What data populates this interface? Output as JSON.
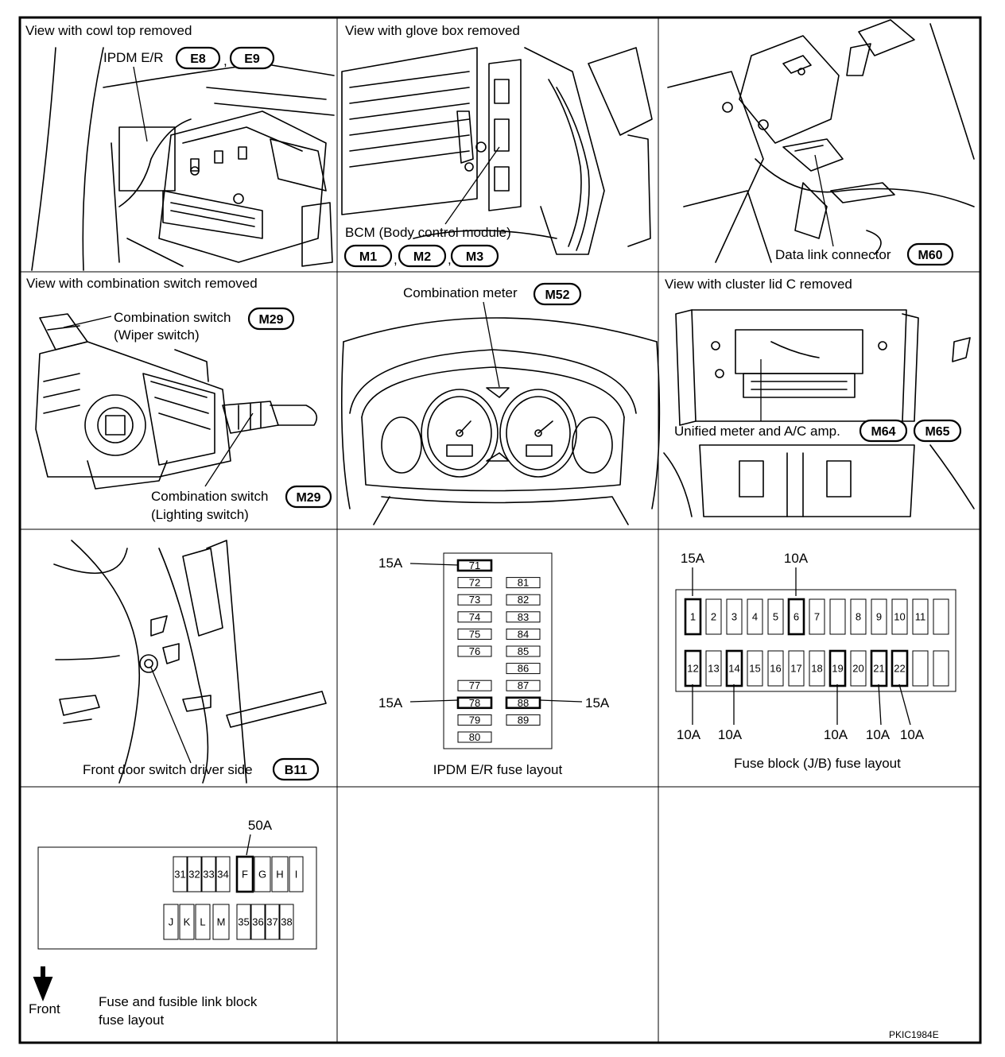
{
  "cells": {
    "cowl": {
      "title": "View with cowl top removed",
      "part": "IPDM E/R",
      "connectors": [
        "E8",
        "E9"
      ],
      "separator": ","
    },
    "glovebox": {
      "title": "View with glove box removed",
      "part": "BCM (Body control module)",
      "connectors": [
        "M1",
        "M2",
        "M3"
      ],
      "separator": ","
    },
    "datalink": {
      "part": "Data link connector",
      "connector": "M60"
    },
    "combo_switch": {
      "title": "View with combination switch removed",
      "wiper_label": "Combination switch",
      "wiper_sub": "(Wiper switch)",
      "wiper_connector": "M29",
      "lighting_label": "Combination switch",
      "lighting_sub": "(Lighting switch)",
      "lighting_connector": "M29"
    },
    "meter": {
      "part": "Combination meter",
      "connector": "M52"
    },
    "cluster": {
      "title": "View with cluster lid C removed",
      "part": "Unified meter and A/C amp.",
      "connectors": [
        "M64",
        "M65"
      ]
    },
    "door": {
      "part": "Front door switch driver side",
      "connector": "B11"
    },
    "ipdm_fuse": {
      "caption": "IPDM E/R fuse layout",
      "left_column": [
        "71",
        "72",
        "73",
        "74",
        "75",
        "76",
        "77",
        "78",
        "79",
        "80"
      ],
      "right_column": [
        "81",
        "82",
        "83",
        "84",
        "85",
        "86",
        "87",
        "88",
        "89"
      ],
      "callouts": [
        {
          "fuse": "71",
          "rating": "15A"
        },
        {
          "fuse": "78",
          "rating": "15A"
        },
        {
          "fuse": "88",
          "rating": "15A"
        }
      ]
    },
    "jb_fuse": {
      "caption": "Fuse block (J/B) fuse layout",
      "top_row": [
        "1",
        "2",
        "3",
        "4",
        "5",
        "6",
        "7",
        "",
        "8",
        "9",
        "10",
        "11",
        ""
      ],
      "bottom_row": [
        "12",
        "13",
        "14",
        "15",
        "16",
        "17",
        "18",
        "19",
        "20",
        "21",
        "22",
        "",
        ""
      ],
      "highlighted": [
        "1",
        "6",
        "12",
        "14",
        "19",
        "21",
        "22"
      ],
      "top_callouts": [
        {
          "fuse": "1",
          "rating": "15A"
        },
        {
          "fuse": "6",
          "rating": "10A"
        }
      ],
      "bottom_callouts": [
        {
          "fuse": "12",
          "rating": "10A"
        },
        {
          "fuse": "14",
          "rating": "10A"
        },
        {
          "fuse": "19",
          "rating": "10A"
        },
        {
          "fuse": "21",
          "rating": "10A"
        },
        {
          "fuse": "22",
          "rating": "10A"
        }
      ]
    },
    "fusible_link": {
      "caption_line1": "Fuse and fusible link block",
      "caption_line2": "fuse layout",
      "front_label": "Front",
      "top_row": [
        "31",
        "32",
        "33",
        "34",
        "F",
        "G",
        "H",
        "I"
      ],
      "bottom_row": [
        "J",
        "K",
        "L",
        "M",
        "35",
        "36",
        "37",
        "38"
      ],
      "callout": {
        "fuse": "F",
        "rating": "50A"
      }
    }
  },
  "figure_code": "PKIC1984E"
}
